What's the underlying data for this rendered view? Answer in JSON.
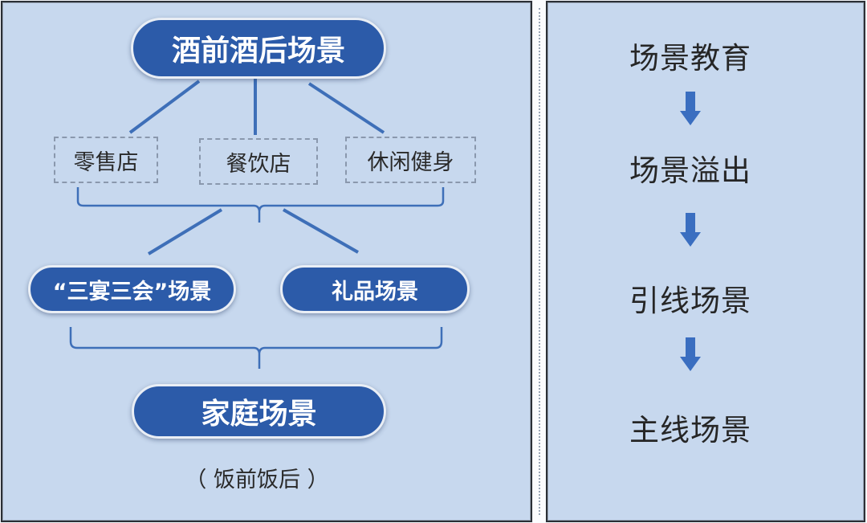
{
  "left": {
    "top_node": {
      "label": "酒前酒后场景"
    },
    "venues": [
      {
        "label": "零售店"
      },
      {
        "label": "餐饮店"
      },
      {
        "label": "休闲健身"
      }
    ],
    "mid_nodes": [
      {
        "label": "“三宴三会”场景"
      },
      {
        "label": "礼品场景"
      }
    ],
    "bottom_node": {
      "label": "家庭场景"
    },
    "bottom_caption": "（ 饭前饭后 ）"
  },
  "right": {
    "steps": [
      {
        "label": "场景教育"
      },
      {
        "label": "场景溢出"
      },
      {
        "label": "引线场景"
      },
      {
        "label": "主线场景"
      }
    ],
    "arrow_icon": "down-arrow-icon"
  },
  "colors": {
    "panel_bg": "#c7d8ee",
    "pill_fill": "#2c5ba9",
    "connector": "#3e6fb8",
    "border": "#2b2f36"
  }
}
